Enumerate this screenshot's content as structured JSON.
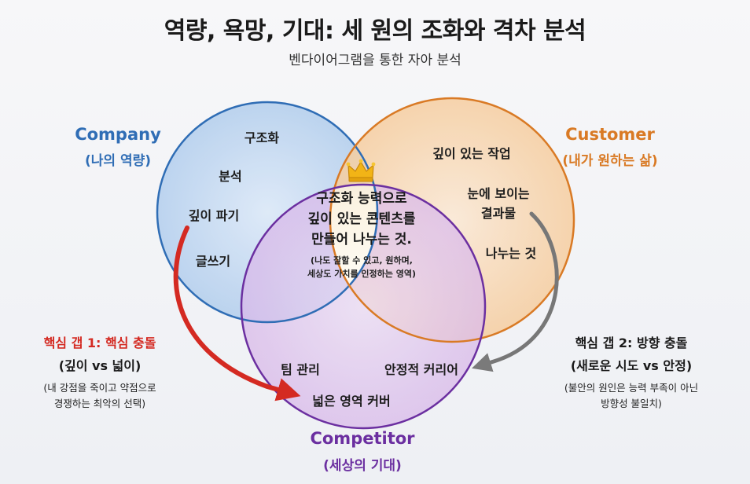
{
  "title": "역량, 욕망, 기대: 세 원의 조화와 격차 분석",
  "subtitle": "벤다이어그램을 통한 자아 분석",
  "colors": {
    "company": "#2f6db5",
    "customer": "#d97a25",
    "competitor": "#6b2fa0",
    "gap1": "#d42a22",
    "gap2": "#777777"
  },
  "company": {
    "title": "Company",
    "subtitle": "(나의 역량)",
    "items": [
      "구조화",
      "분석",
      "깊이 파기",
      "글쓰기"
    ]
  },
  "customer": {
    "title": "Customer",
    "subtitle": "(내가 원하는 삶)",
    "items": [
      "깊이 있는 작업",
      "눈에 보이는",
      "결과물",
      "나누는 것"
    ]
  },
  "competitor": {
    "title": "Competitor",
    "subtitle": "(세상의 기대)",
    "items": [
      "팀 관리",
      "안정적 커리어",
      "넓은 영역 커버"
    ]
  },
  "center": {
    "icon": "crown-icon",
    "lines": [
      "구조화 능력으로",
      "깊이 있는 콘텐츠를",
      "만들어 나누는 것."
    ],
    "notes": [
      "(나도 잘할 수 있고, 원하며,",
      "세상도 가치를 인정하는 영역)"
    ]
  },
  "gap1": {
    "title": "핵심 갭 1: 핵심 충돌",
    "subtitle": "(깊이 vs 넓이)",
    "notes": [
      "(내 강점을 죽이고 약점으로",
      "경쟁하는 최악의 선택)"
    ]
  },
  "gap2": {
    "title": "핵심 갭 2: 방향 충돌",
    "subtitle": "(새로운 시도 vs 안정)",
    "notes": [
      "(불안의 원인은 능력 부족이 아닌",
      "방향성 불일치)"
    ]
  }
}
